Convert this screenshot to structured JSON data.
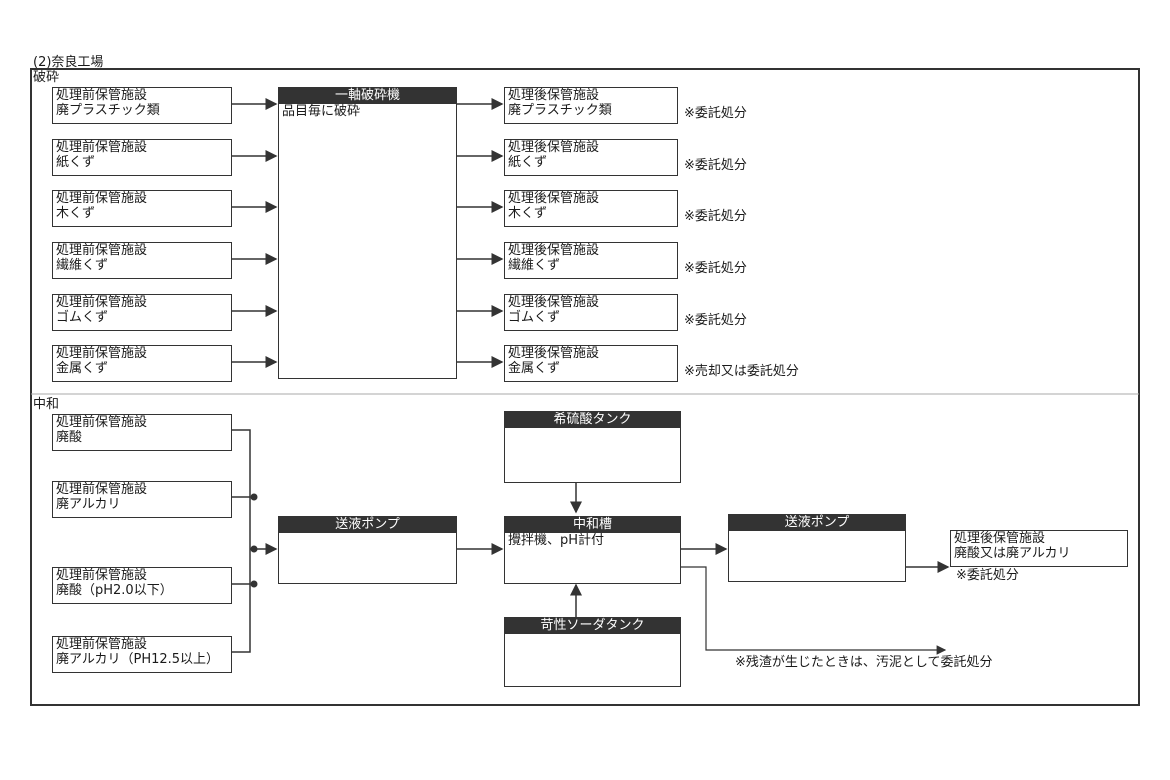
{
  "page_title": "(2)奈良工場",
  "sections": {
    "crushing": "破砕",
    "neutralization": "中和"
  },
  "crushing": {
    "pre": [
      {
        "l1": "処理前保管施設",
        "l2": "廃プラスチック類"
      },
      {
        "l1": "処理前保管施設",
        "l2": "紙くず"
      },
      {
        "l1": "処理前保管施設",
        "l2": "木くず"
      },
      {
        "l1": "処理前保管施設",
        "l2": "繊維くず"
      },
      {
        "l1": "処理前保管施設",
        "l2": "ゴムくず"
      },
      {
        "l1": "処理前保管施設",
        "l2": "金属くず"
      }
    ],
    "machine": {
      "title": "一軸破砕機",
      "desc": "品目毎に破砕"
    },
    "post": [
      {
        "l1": "処理後保管施設",
        "l2": "廃プラスチック類",
        "note": "※委託処分"
      },
      {
        "l1": "処理後保管施設",
        "l2": "紙くず",
        "note": "※委託処分"
      },
      {
        "l1": "処理後保管施設",
        "l2": "木くず",
        "note": "※委託処分"
      },
      {
        "l1": "処理後保管施設",
        "l2": "繊維くず",
        "note": "※委託処分"
      },
      {
        "l1": "処理後保管施設",
        "l2": "ゴムくず",
        "note": "※委託処分"
      },
      {
        "l1": "処理後保管施設",
        "l2": "金属くず",
        "note": "※売却又は委託処分"
      }
    ]
  },
  "neutralization": {
    "pre": [
      {
        "l1": "処理前保管施設",
        "l2": "廃酸"
      },
      {
        "l1": "処理前保管施設",
        "l2": "廃アルカリ"
      },
      {
        "l1": "処理前保管施設",
        "l2": "廃酸（pH2.0以下）"
      },
      {
        "l1": "処理前保管施設",
        "l2": "廃アルカリ（PH12.5以上）"
      }
    ],
    "pump1": "送液ポンプ",
    "acid_tank": "希硫酸タンク",
    "tank": {
      "title": "中和槽",
      "desc": "攪拌機、pH計付"
    },
    "soda_tank": "苛性ソーダタンク",
    "pump2": "送液ポンプ",
    "post": {
      "l1": "処理後保管施設",
      "l2": "廃酸又は廃アルカリ",
      "note": "※委託処分"
    },
    "residue_note": "※残渣が生じたときは、汚泥として委託処分"
  }
}
